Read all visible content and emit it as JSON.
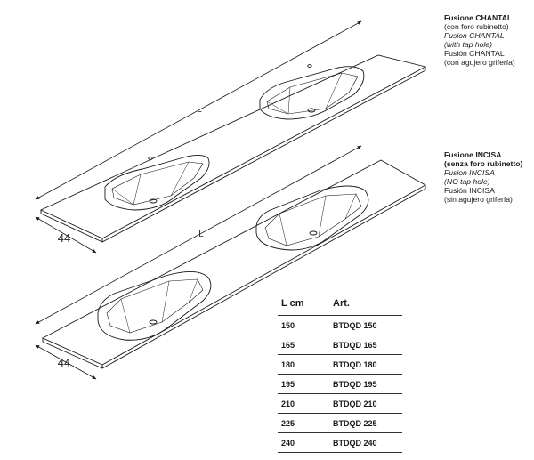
{
  "products": [
    {
      "title": "Fusione CHANTAL",
      "lines": [
        {
          "text": "(con foro rubinetto)",
          "style": "normal"
        },
        {
          "text": "Fusion CHANTAL",
          "style": "italic"
        },
        {
          "text": "(with tap hole)",
          "style": "italic"
        },
        {
          "text": "Fusión CHANTAL",
          "style": "normal"
        },
        {
          "text": "(con agujero grifería)",
          "style": "normal"
        }
      ]
    },
    {
      "title": "Fusione INCISA",
      "subtitle": "(senza foro rubinetto)",
      "lines": [
        {
          "text": "Fusion INCISA",
          "style": "italic"
        },
        {
          "text": "(NO tap hole)",
          "style": "italic"
        },
        {
          "text": "Fusión INCISA",
          "style": "normal"
        },
        {
          "text": "(sin agujero grifería)",
          "style": "normal"
        }
      ]
    }
  ],
  "dimensions": {
    "length_label": "L",
    "depth_label": "44"
  },
  "table": {
    "headers": [
      "L cm",
      "Art."
    ],
    "rows": [
      [
        "150",
        "BTDQD 150"
      ],
      [
        "165",
        "BTDQD 165"
      ],
      [
        "180",
        "BTDQD 180"
      ],
      [
        "195",
        "BTDQD 195"
      ],
      [
        "210",
        "BTDQD 210"
      ],
      [
        "225",
        "BTDQD 225"
      ],
      [
        "240",
        "BTDQD 240"
      ]
    ]
  },
  "colors": {
    "line": "#1a1a1a",
    "background": "#ffffff"
  }
}
